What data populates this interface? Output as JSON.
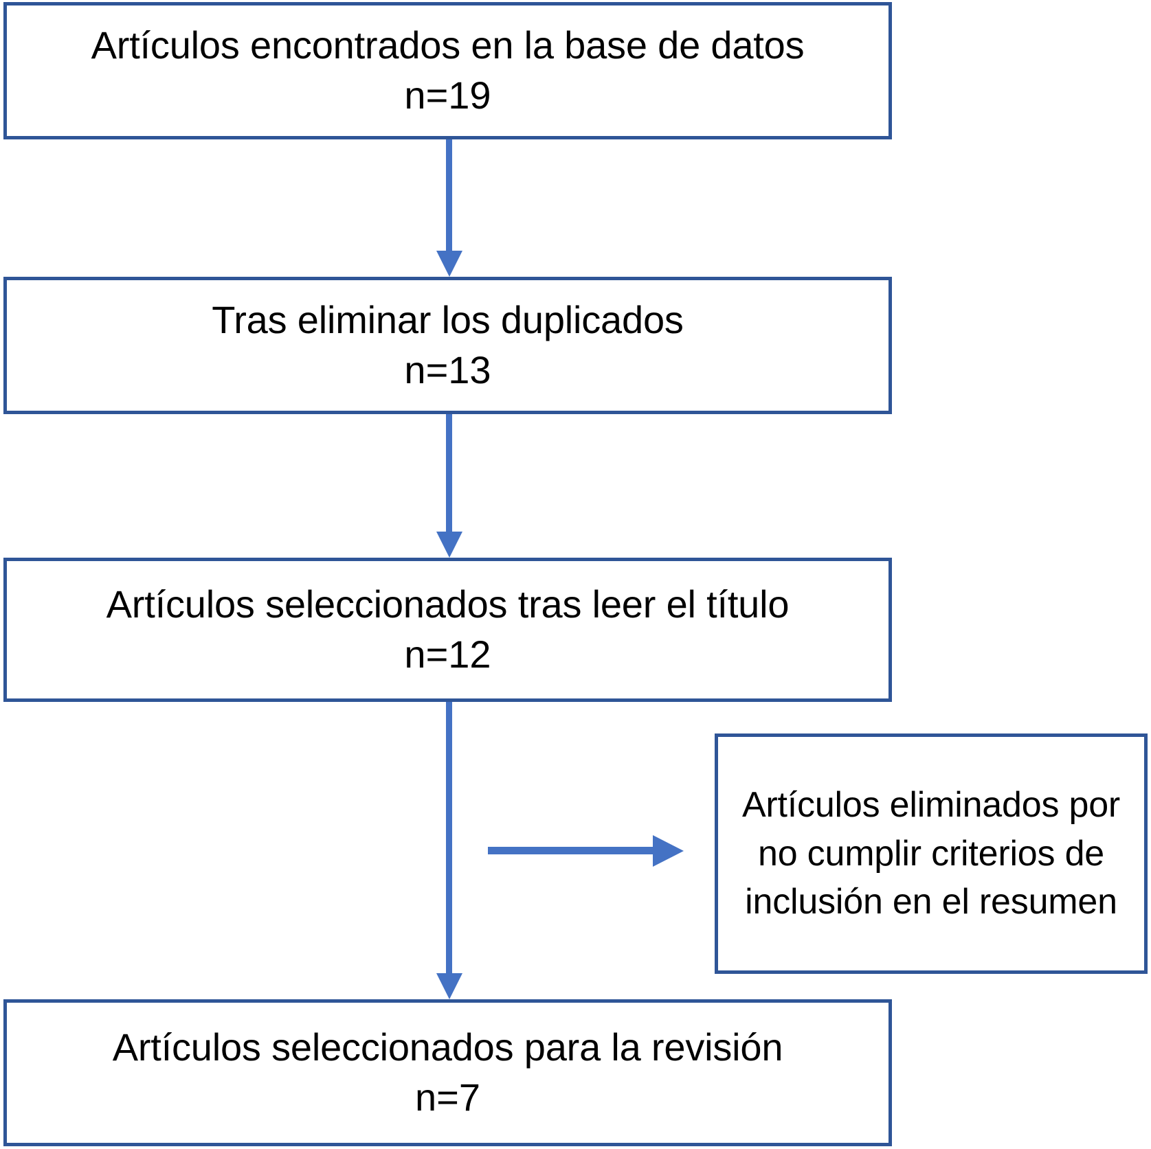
{
  "diagram": {
    "type": "prisma-flow-diagram",
    "language": "es",
    "colors": {
      "box_border": "#2F5597",
      "arrow": "#4472C4",
      "text": "#000000",
      "background": "#FFFFFF"
    },
    "nodes": [
      {
        "id": "found",
        "label": "Artículos encontrados en la base de datos",
        "count": "n=19"
      },
      {
        "id": "duplicates",
        "label": "Tras eliminar los duplicados",
        "count": "n=13"
      },
      {
        "id": "title",
        "label": "Artículos seleccionados tras leer el título",
        "count": "n=12"
      },
      {
        "id": "excluded",
        "label": "Artículos eliminados por no cumplir criterios de inclusión en el resumen",
        "count": ""
      },
      {
        "id": "included",
        "label": "Artículos seleccionados para la revisión",
        "count": "n=7"
      }
    ],
    "connectors": [
      {
        "id": "found-to-duplicates",
        "from": "found",
        "to": "duplicates",
        "direction": "down"
      },
      {
        "id": "duplicates-to-title",
        "from": "duplicates",
        "to": "title",
        "direction": "down"
      },
      {
        "id": "title-to-included",
        "from": "title",
        "to": "included",
        "direction": "down"
      },
      {
        "id": "title-to-excluded",
        "from": "title",
        "to": "excluded",
        "direction": "right"
      }
    ]
  }
}
